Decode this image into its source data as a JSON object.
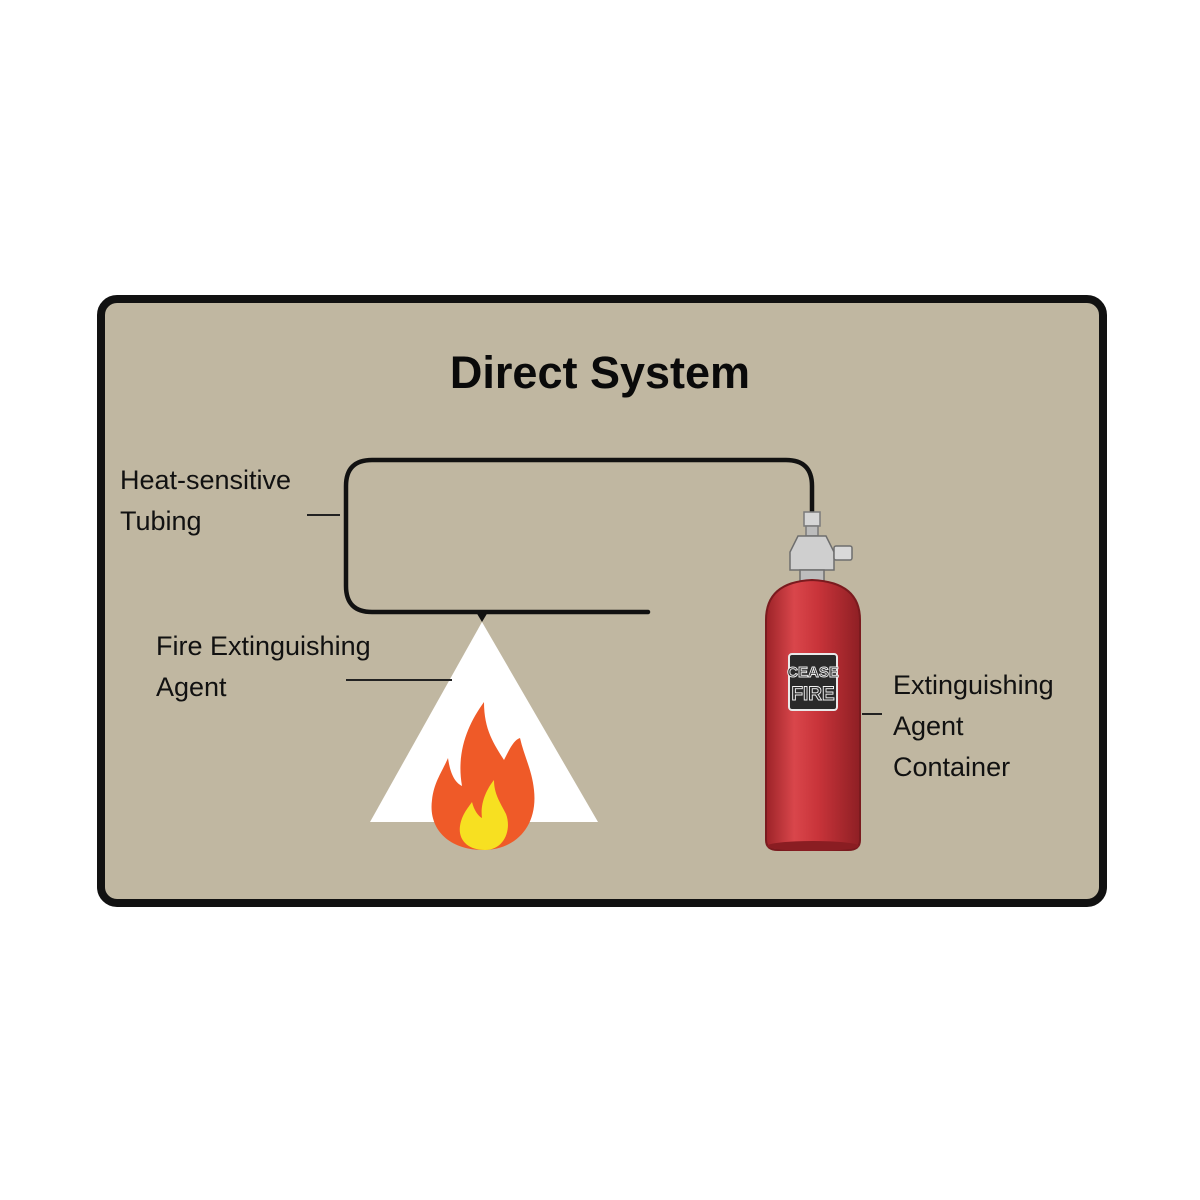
{
  "title": "Direct System",
  "labels": {
    "tubing": [
      "Heat-sensitive",
      "Tubing"
    ],
    "agent": [
      "Fire Extinguishing",
      "Agent"
    ],
    "container": [
      "Extinguishing",
      "Agent",
      "Container"
    ]
  },
  "cylinder_marking": [
    "CEASE",
    "FIRE"
  ],
  "colors": {
    "panel_background": "#c0b7a1",
    "panel_border": "#111111",
    "cylinder_red": "#c9343a",
    "flame_orange": "#ef5a28",
    "flame_yellow": "#f7e021",
    "spray_white": "#ffffff"
  }
}
